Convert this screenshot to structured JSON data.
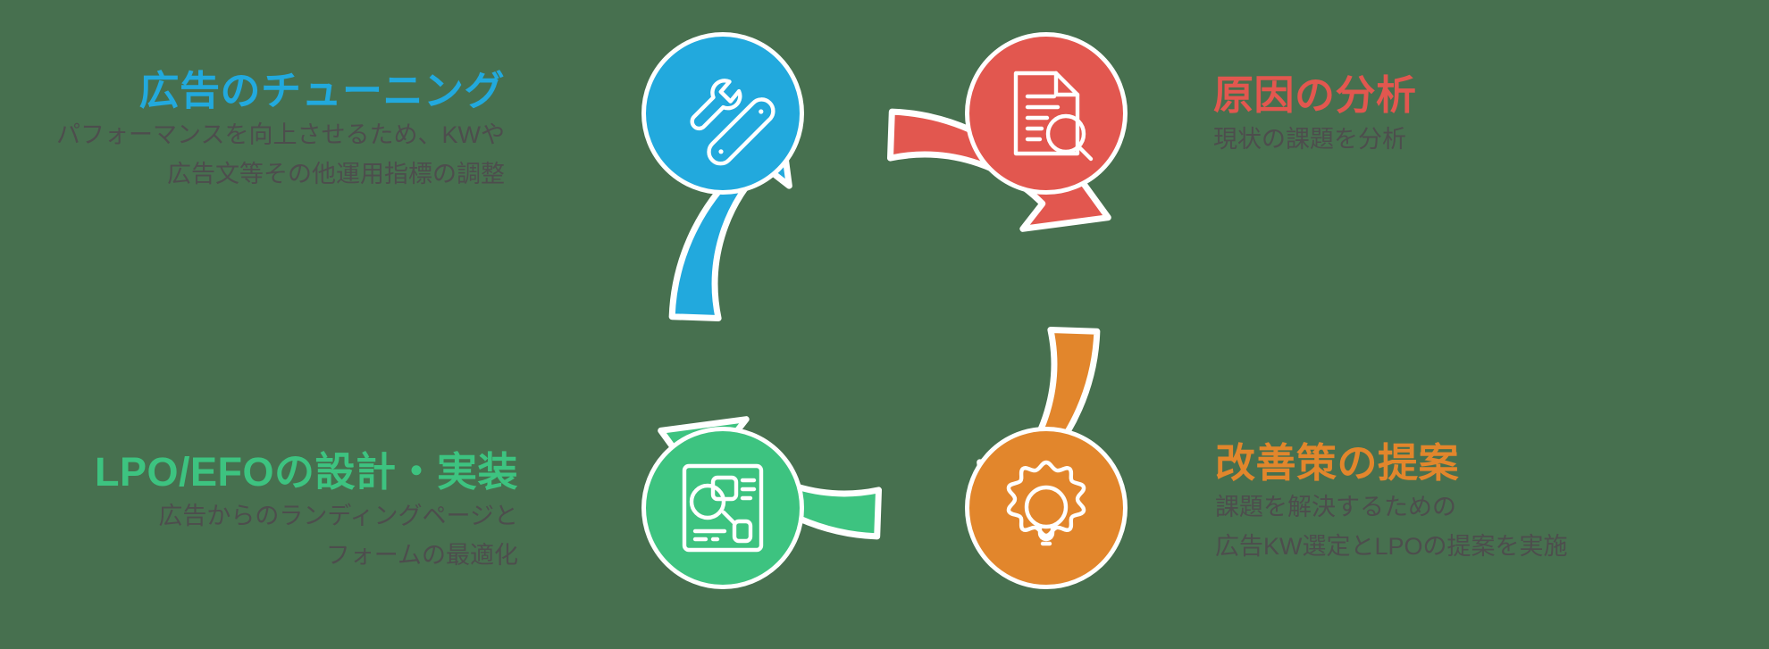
{
  "background_color": "#47704f",
  "diagram": {
    "type": "cycle",
    "step_count": 4,
    "steps": [
      {
        "id": "tuning",
        "position": "top-left",
        "color": "#22a9dd",
        "icon": "wrench-screwdriver-icon",
        "heading": "広告のチューニング",
        "description_lines": [
          "パフォーマンスを向上させるため、KWや",
          "広告文等その他運用指標の調整"
        ]
      },
      {
        "id": "analysis",
        "position": "top-right",
        "color": "#e2574f",
        "icon": "document-search-icon",
        "heading": "原因の分析",
        "description_lines": [
          "現状の課題を分析"
        ]
      },
      {
        "id": "proposal",
        "position": "bottom-right",
        "color": "#e2862c",
        "icon": "gear-lightbulb-icon",
        "heading": "改善策の提案",
        "description_lines": [
          "課題を解決するための",
          "広告KW選定とLPOの提案を実施"
        ]
      },
      {
        "id": "lpo",
        "position": "bottom-left",
        "color": "#3dc380",
        "icon": "wireframe-layout-icon",
        "heading": "LPO/EFOの設計・実装",
        "description_lines": [
          "広告からのランディングページと",
          "フォームの最適化"
        ]
      }
    ],
    "arrows": [
      {
        "from": "tuning",
        "to": "analysis",
        "color": "#22a9dd",
        "direction": "clockwise"
      },
      {
        "from": "analysis",
        "to": "proposal",
        "color": "#e2574f",
        "direction": "clockwise"
      },
      {
        "from": "proposal",
        "to": "lpo",
        "color": "#e2862c",
        "direction": "clockwise"
      },
      {
        "from": "lpo",
        "to": "tuning",
        "color": "#3dc380",
        "direction": "clockwise"
      }
    ]
  }
}
